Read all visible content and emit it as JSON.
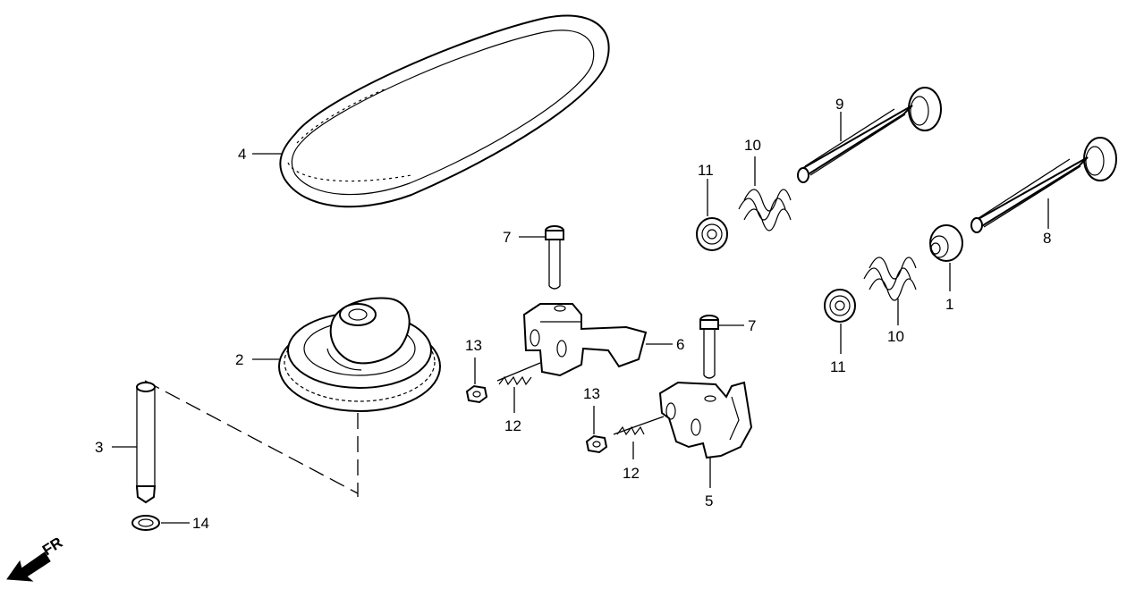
{
  "diagram": {
    "callouts": {
      "c1": "1",
      "c2": "2",
      "c3": "3",
      "c4": "4",
      "c5": "5",
      "c6": "6",
      "c7a": "7",
      "c7b": "7",
      "c8": "8",
      "c9": "9",
      "c10a": "10",
      "c10b": "10",
      "c11a": "11",
      "c11b": "11",
      "c12a": "12",
      "c12b": "12",
      "c13a": "13",
      "c13b": "13",
      "c14": "14"
    },
    "direction_label": "FR"
  }
}
